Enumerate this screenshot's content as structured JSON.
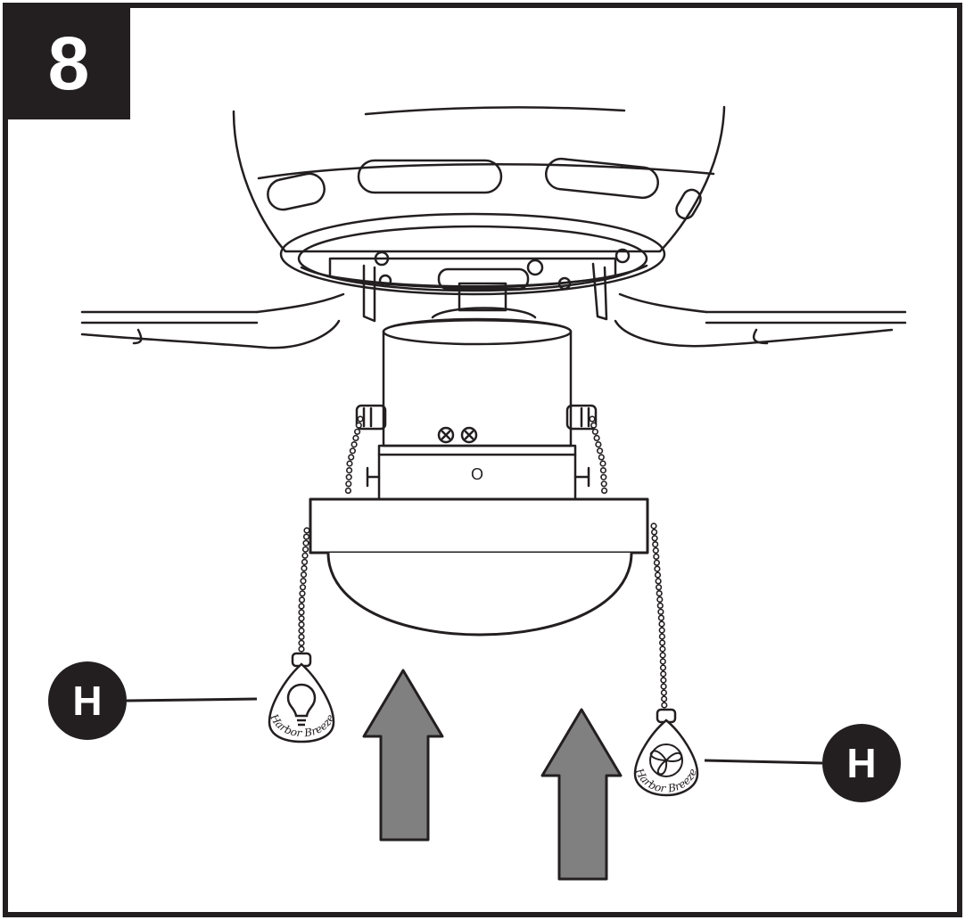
{
  "step": {
    "number": "8"
  },
  "callouts": [
    {
      "letter": "H",
      "position": "left"
    },
    {
      "letter": "H",
      "position": "right"
    }
  ],
  "pull_chains": {
    "left": {
      "brand_text": "Harbor Breeze",
      "icon": "light-bulb-icon"
    },
    "right": {
      "brand_text": "Harbor Breeze",
      "icon": "fan-icon"
    }
  },
  "switch_housing": {
    "label": "O"
  },
  "colors": {
    "line": "#231f20",
    "arrow_fill": "#808080",
    "background": "#ffffff"
  }
}
